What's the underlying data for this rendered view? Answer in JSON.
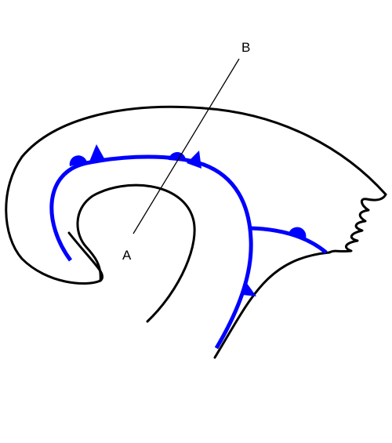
{
  "labels": {
    "a": "A",
    "b": "B"
  },
  "colors": {
    "outline": "#000000",
    "front": "#0000ff"
  },
  "symbols": {
    "cold_front": "triangle",
    "warm_front": "semicircle"
  }
}
